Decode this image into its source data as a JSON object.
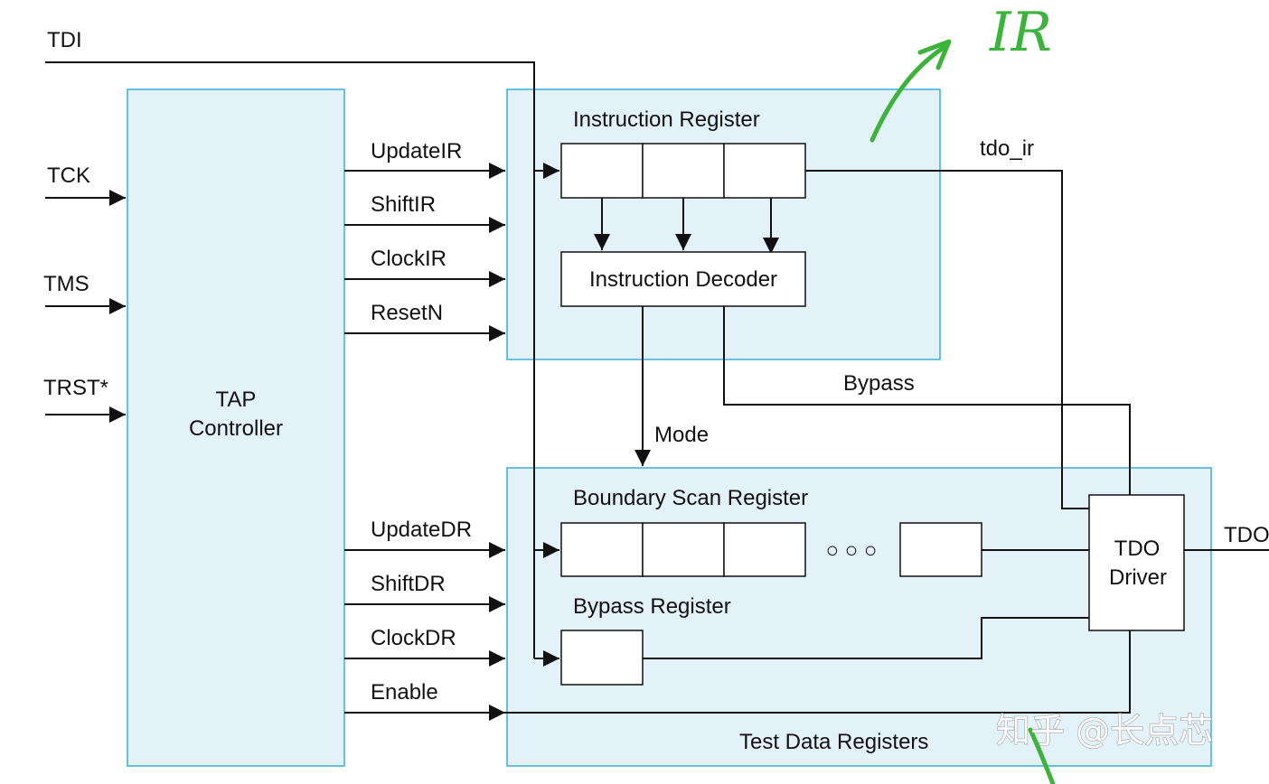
{
  "inputs": {
    "tdi": "TDI",
    "tck": "TCK",
    "tms": "TMS",
    "trst": "TRST*"
  },
  "tap_controller": {
    "line1": "TAP",
    "line2": "Controller"
  },
  "ir_signals": [
    "UpdateIR",
    "ShiftIR",
    "ClockIR",
    "ResetN"
  ],
  "dr_signals": [
    "UpdateDR",
    "ShiftDR",
    "ClockDR",
    "Enable"
  ],
  "instruction_register": {
    "title": "Instruction Register",
    "decoder": "Instruction Decoder"
  },
  "signals": {
    "tdo_ir": "tdo_ir",
    "bypass": "Bypass",
    "mode": "Mode",
    "tdo_out": "TDO"
  },
  "test_data_registers": {
    "title": "Test Data Registers",
    "boundary_scan": "Boundary Scan Register",
    "bypass_register": "Bypass Register",
    "ellipsis": "○ ○ ○"
  },
  "tdo_driver": {
    "line1": "TDO",
    "line2": "Driver"
  },
  "annotation": {
    "handwritten": "IR",
    "color": "#3cb43c"
  },
  "watermark": "知乎 @长点芯",
  "colors": {
    "panel_fill": "#e3f1f9",
    "panel_border": "#3aaed8",
    "line": "#111111"
  }
}
